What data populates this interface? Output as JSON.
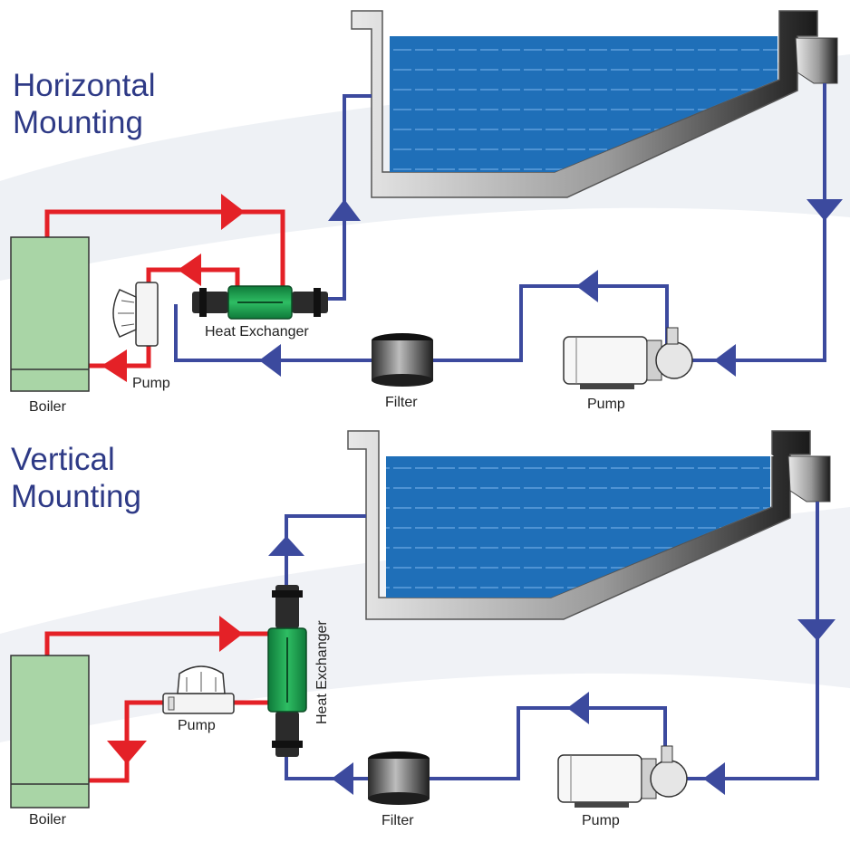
{
  "sections": {
    "horizontal": {
      "title_line1": "Horizontal",
      "title_line2": "Mounting",
      "labels": {
        "heat_exchanger": "Heat Exchanger",
        "boiler": "Boiler",
        "boiler_pump": "Pump",
        "filter": "Filter",
        "pool_pump": "Pump"
      }
    },
    "vertical": {
      "title_line1": "Vertical",
      "title_line2": "Mounting",
      "labels": {
        "heat_exchanger": "Heat Exchanger",
        "boiler": "Boiler",
        "boiler_pump": "Pump",
        "filter": "Filter",
        "pool_pump": "Pump"
      }
    }
  },
  "colors": {
    "heat_circuit": "#e42127",
    "water_circuit": "#3c4a9e",
    "title": "#2e3a86",
    "boiler": "#a9d5a6",
    "heat_exchanger": "#1e9a4a",
    "water": "#1f6fb8"
  },
  "icons": [
    "boiler-icon",
    "pump-icon",
    "heat-exchanger-icon",
    "filter-icon",
    "pool-icon",
    "flow-arrow-icon"
  ]
}
